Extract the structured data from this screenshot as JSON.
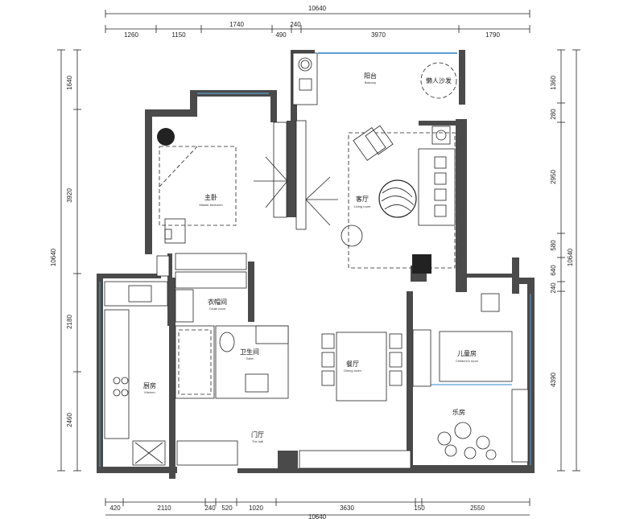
{
  "dimensions": {
    "top_total": "10640",
    "top_segments": [
      "1260",
      "1150",
      "1740",
      "490",
      "240",
      "3970",
      "1790"
    ],
    "bottom_segments": [
      "420",
      "2110",
      "240",
      "520",
      "1020",
      "3630",
      "150",
      "2550"
    ],
    "bottom_total": "10640",
    "left_segments": [
      "1640",
      "3920",
      "2180",
      "2460"
    ],
    "left_total": "10640",
    "right_segments": [
      "1360",
      "280",
      "2950",
      "580",
      "640",
      "240",
      "4390"
    ],
    "right_total": "10640"
  },
  "rooms": {
    "balcony": {
      "name": "阳台",
      "en": "Balcony"
    },
    "master_bedroom": {
      "name": "主卧",
      "en": "Master bedroom"
    },
    "living_room": {
      "name": "客厅",
      "en": "Living room"
    },
    "cloakroom": {
      "name": "衣帽间",
      "en": "Cloak room"
    },
    "toilet": {
      "name": "卫生间",
      "en": "Toilet"
    },
    "dining_room": {
      "name": "餐厅",
      "en": "Dining room"
    },
    "kitchen": {
      "name": "厨房",
      "en": "Kitchen"
    },
    "childrens_room": {
      "name": "儿童房",
      "en": "Children's room"
    },
    "music_room": {
      "name": "乐房",
      "en": ""
    },
    "hall": {
      "name": "门厅",
      "en": "The hall"
    }
  },
  "labels": {
    "lazy_sofa": "懒人沙发"
  },
  "colors": {
    "wall": "#4a4a4a",
    "window": "#5aa0d0",
    "line": "#222222"
  }
}
